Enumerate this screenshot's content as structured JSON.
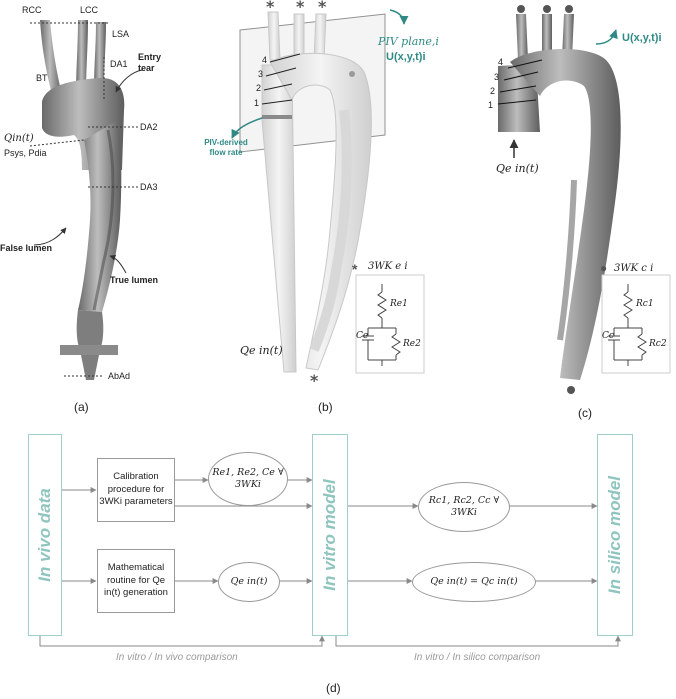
{
  "panel_a": {
    "caption": "(a)",
    "vessels": {
      "rcc": "RCC",
      "lcc": "LCC",
      "lsa": "LSA",
      "bt": "BT"
    },
    "entry_tear": "Entry tear",
    "da1": "DA1",
    "da2": "DA2",
    "da3": "DA3",
    "qin": "Qin(t)",
    "psys_pdia": "Psys, Pdia",
    "false_lumen": "False lumen",
    "true_lumen": "True lumen",
    "abad": "AbAd"
  },
  "panel_b": {
    "caption": "(b)",
    "plane_numbers": [
      "1",
      "2",
      "3",
      "4"
    ],
    "piv_plane": "PIV plane,i",
    "velocity": "U(x,y,t)i",
    "piv_flow_rate": "PIV-derived flow rate",
    "qin": "Qe in(t)",
    "wk_label": "3WK e i",
    "r1": "Re1",
    "r2": "Re2",
    "c": "Ce"
  },
  "panel_c": {
    "caption": "(c)",
    "plane_numbers": [
      "1",
      "2",
      "3",
      "4"
    ],
    "velocity": "U(x,y,t)i",
    "qin": "Qe in(t)",
    "wk_label": "3WK c i",
    "r1": "Rc1",
    "r2": "Rc2",
    "c": "Cc"
  },
  "panel_d": {
    "caption": "(d)",
    "in_vivo": "In vivo data",
    "in_vitro": "In vitro model",
    "in_silico": "In silico model",
    "calibration_box": "Calibration procedure for 3WKi parameters",
    "math_box": "Mathematical routine for Qe in(t) generation",
    "params_e": "Re1, Re2, Ce ∀ 3WKi",
    "params_c": "Rc1, Rc2, Cc ∀ 3WKi",
    "qe": "Qe in(t)",
    "qe_eq_qc": "Qe in(t) = Qc in(t)",
    "cmp_vivo": "In vitro / In vivo comparison",
    "cmp_silico": "In vitro / In silico comparison"
  }
}
